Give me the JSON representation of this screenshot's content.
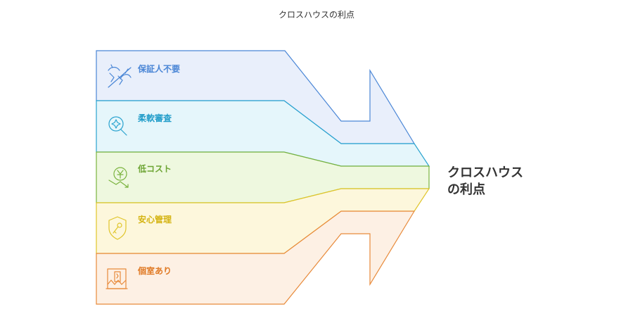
{
  "title": "クロスハウスの利点",
  "result": {
    "line1": "クロスハウス",
    "line2": "の利点"
  },
  "items": [
    {
      "label": "保証人不要",
      "icon": "no-guarantor-icon",
      "fill": "#e9effb",
      "stroke": "#4a86d6",
      "text": "#4a86d6"
    },
    {
      "label": "柔軟審査",
      "icon": "flexible-review-icon",
      "fill": "#e5f6fb",
      "stroke": "#29a3cf",
      "text": "#1f9cc9"
    },
    {
      "label": "低コスト",
      "icon": "low-cost-icon",
      "fill": "#eef8df",
      "stroke": "#7ab33e",
      "text": "#6da534"
    },
    {
      "label": "安心管理",
      "icon": "secure-management-icon",
      "fill": "#fdf7dc",
      "stroke": "#e0c52a",
      "text": "#d4b310"
    },
    {
      "label": "個室あり",
      "icon": "private-room-icon",
      "fill": "#fdf0e4",
      "stroke": "#e88a3a",
      "text": "#e07a25"
    }
  ]
}
